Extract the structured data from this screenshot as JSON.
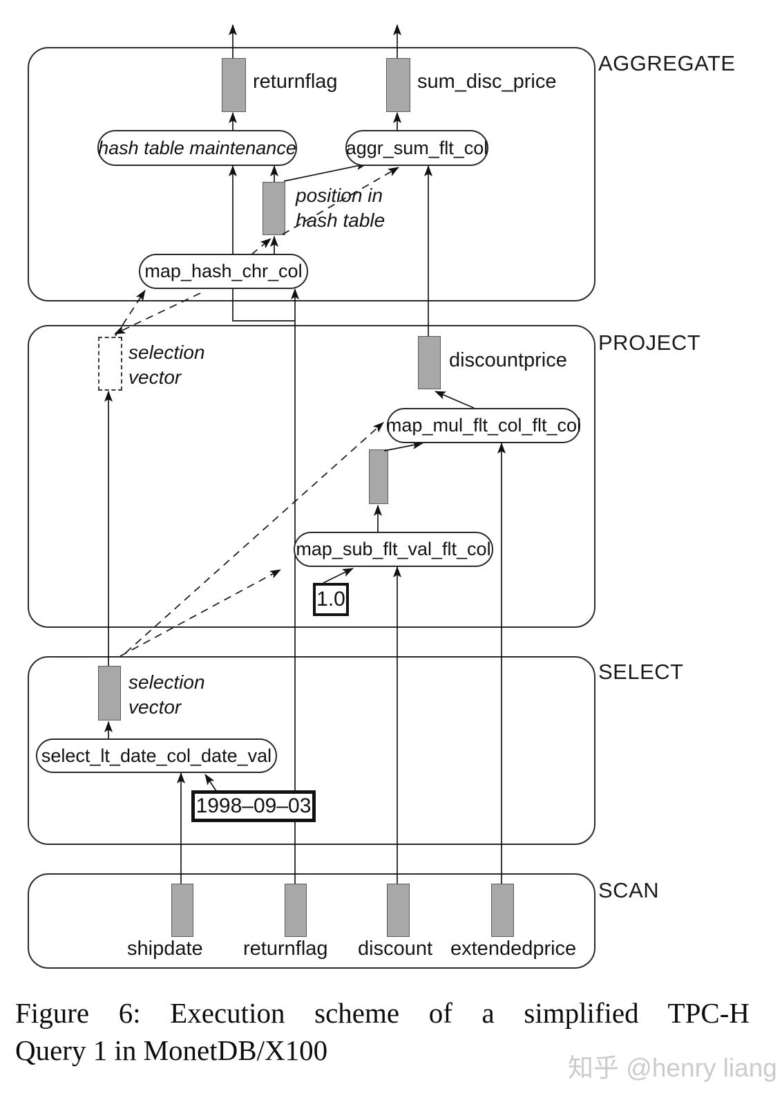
{
  "stages": [
    {
      "label": "AGGREGATE"
    },
    {
      "label": "PROJECT"
    },
    {
      "label": "SELECT"
    },
    {
      "label": "SCAN"
    }
  ],
  "aggregate": {
    "returnflag_label": "returnflag",
    "sum_disc_price_label": "sum_disc_price",
    "hash_table_maintenance": "hash table maintenance",
    "aggr_sum": "aggr_sum_flt_col",
    "map_hash": "map_hash_chr_col",
    "position_line1": "position in",
    "position_line2": "hash table"
  },
  "project": {
    "selection_line1": "selection",
    "selection_line2": "vector",
    "discountprice_label": "discountprice",
    "map_mul": "map_mul_flt_col_flt_col",
    "map_sub": "map_sub_flt_val_flt_col",
    "const_one": "1.0"
  },
  "select": {
    "selection_line1": "selection",
    "selection_line2": "vector",
    "select_op": "select_lt_date_col_date_val",
    "const_date": "1998–09–03"
  },
  "scan": {
    "columns": [
      {
        "label": "shipdate"
      },
      {
        "label": "returnflag"
      },
      {
        "label": "discount"
      },
      {
        "label": "extendedprice"
      }
    ]
  },
  "caption": {
    "line1": "Figure 6:  Execution scheme of a simplified TPC-H",
    "line2": "Query 1 in MonetDB/X100"
  },
  "watermark": "知乎 @henry liang",
  "colors": {
    "bar_gray": "#a8a8a8",
    "line": "#151515",
    "watermark": "#cbcbcb"
  }
}
